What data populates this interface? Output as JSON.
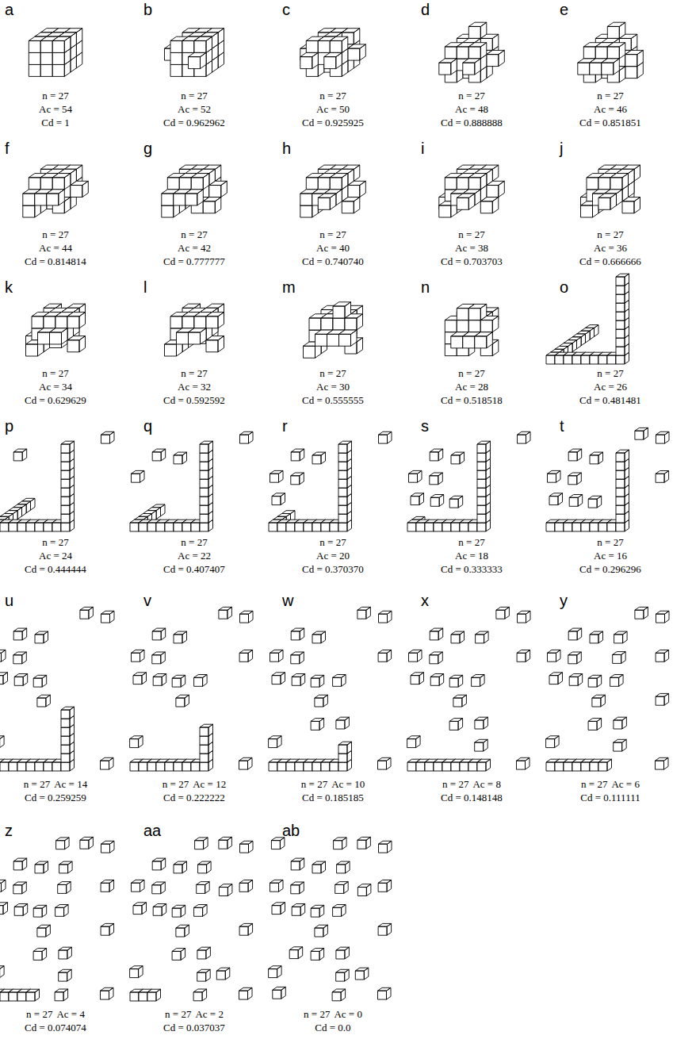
{
  "diagram": {
    "labels": [
      "a",
      "n = 27",
      "Ac = 54",
      "Cd = 1",
      "b",
      "n = 27",
      "Ac = 52",
      "Cd = 0.962962",
      "c",
      "n = 27",
      "Ac = 50",
      "Cd = 0.925925",
      "d",
      "n = 27",
      "Ac = 48",
      "Cd = 0.888888",
      "e",
      "n = 27",
      "Ac = 46",
      "Cd = 0.851851",
      "f",
      "n = 27",
      "Ac = 44",
      "Cd = 0.814814",
      "g",
      "n = 27",
      "Ac = 42",
      "Cd = 0.777777",
      "h",
      "n = 27",
      "Ac = 40",
      "Cd = 0.740740",
      "i",
      "n = 27",
      "Ac = 38",
      "Cd = 0.703703",
      "j",
      "n = 27",
      "Ac = 36",
      "Cd = 0.666666",
      "k",
      "n = 27",
      "Ac = 34",
      "Cd = 0.629629",
      "l",
      "n = 27",
      "Ac = 32",
      "Cd = 0.592592",
      "m",
      "n = 27",
      "Ac = 30",
      "Cd = 0.555555",
      "n",
      "n = 27",
      "Ac = 28",
      "Cd = 0.518518",
      "o",
      "n = 27",
      "Ac = 26",
      "Cd = 0.481481",
      "p",
      "n = 27",
      "Ac = 24",
      "Cd = 0.444444",
      "q",
      "n = 27",
      "Ac = 22",
      "Cd = 0.407407",
      "r",
      "n = 27",
      "Ac = 20",
      "Cd = 0.370370",
      "s",
      "n = 27",
      "Ac = 18",
      "Cd = 0.333333",
      "t",
      "n = 27",
      "Ac = 16",
      "Cd = 0.296296",
      "u",
      "n = 27",
      "Ac = 14",
      "Cd = 0.259259",
      "v",
      "n = 27",
      "Ac = 12",
      "Cd = 0.222222",
      "w",
      "n = 27",
      "Ac = 10",
      "Cd = 0.185185",
      "x",
      "n = 27",
      "Ac = 8",
      "Cd = 0.148148",
      "y",
      "n = 27",
      "Ac = 6",
      "Cd = 0.111111",
      "z",
      "n = 27",
      "Ac = 4",
      "Cd = 0.074074",
      "aa",
      "n = 27",
      "Ac = 2",
      "Cd = 0.037037",
      "ab",
      "n = 27",
      "Ac = 0",
      "Cd = 0.0"
    ]
  }
}
